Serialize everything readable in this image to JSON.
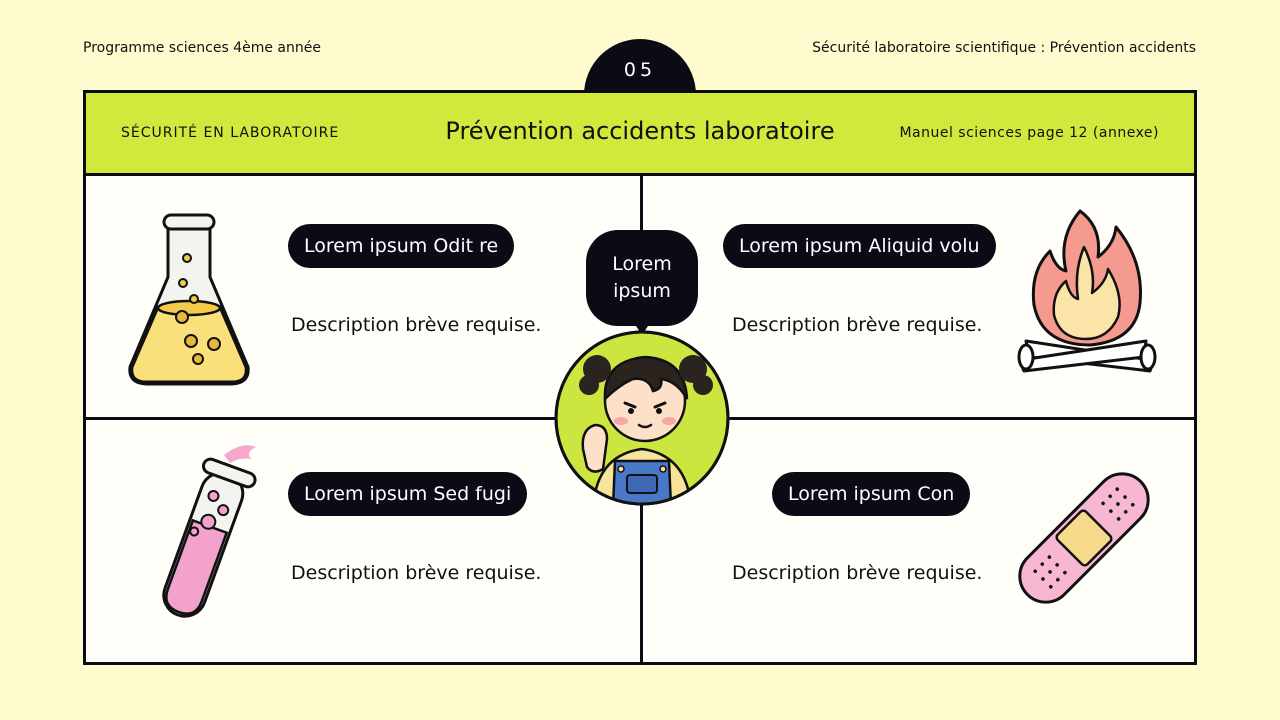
{
  "top": {
    "left_text": "Programme sciences 4ème année",
    "right_text": "Sécurité laboratoire scientifique : Prévention accidents",
    "page_number": "05"
  },
  "header": {
    "section_label": "SÉCURITÉ EN LABORATOIRE",
    "title": "Prévention accidents laboratoire",
    "reference": "Manuel sciences page 12 (annexe)"
  },
  "center": {
    "bubble_line1": "Lorem",
    "bubble_line2": "ipsum",
    "avatar_icon": "girl-character-icon"
  },
  "cards": [
    {
      "label": "Lorem ipsum Odit re",
      "description": "Description brève requise.",
      "icon": "flask-icon"
    },
    {
      "label": "Lorem ipsum Aliquid volu",
      "description": "Description brève requise.",
      "icon": "fire-icon"
    },
    {
      "label": "Lorem ipsum Sed fugi",
      "description": "Description brève requise.",
      "icon": "test-tube-icon"
    },
    {
      "label": "Lorem ipsum Con",
      "description": "Description brève requise.",
      "icon": "bandage-icon"
    }
  ],
  "colors": {
    "background": "#fefccf",
    "accent": "#d1e83c",
    "dark": "#0b0b16",
    "panel": "#fffef8"
  }
}
